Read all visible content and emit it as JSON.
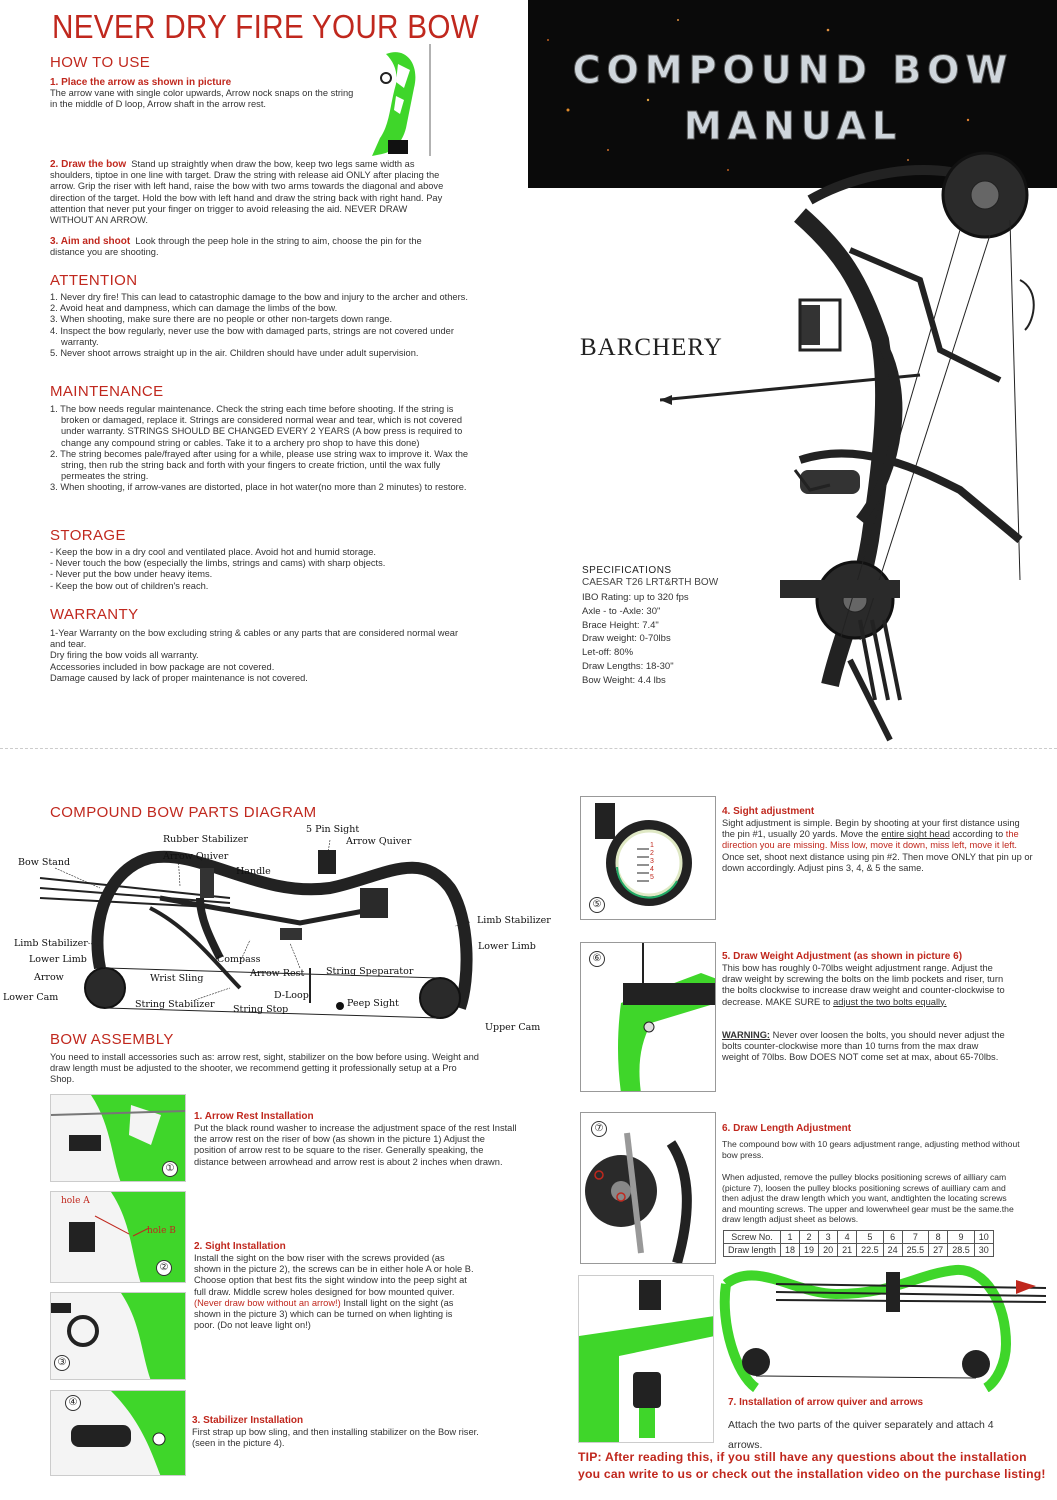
{
  "page_title": "NEVER DRY FIRE YOUR BOW",
  "banner": {
    "line1": "COMPOUND BOW",
    "line2": "MANUAL"
  },
  "brand": "BARCHERY",
  "how_to_use": {
    "title": "HOW TO USE",
    "step1_title": "1. Place the arrow as shown in picture",
    "step1_text": "The arrow vane with single color upwards, Arrow nock snaps on the string in the middle of D loop, Arrow shaft in the arrow rest.",
    "step2_title": "2. Draw the bow",
    "step2_text": "Stand up straightly when draw the bow, keep two legs same width as shoulders, tiptoe in one line with target. Draw the string with release aid ONLY after placing the arrow. Grip the riser with left hand, raise the bow with two arms towards the diagonal and above direction of the target. Hold the bow with left hand and draw the string back with right hand. Pay attention that never put your finger on trigger to avoid releasing the aid. NEVER DRAW WITHOUT AN ARROW.",
    "step3_title": "3. Aim and shoot",
    "step3_text": "Look through the peep hole in the string to aim, choose the pin for the distance you are shooting."
  },
  "attention": {
    "title": "ATTENTION",
    "items": [
      "1. Never dry fire! This can lead to catastrophic damage to the bow and injury to the archer and others.",
      "2. Avoid heat and dampness, which can damage the limbs of the bow.",
      "3. When shooting, make sure there are no people or other non-targets down range.",
      "4. Inspect the bow regularly, never use the bow with damaged parts, strings are not covered under warranty.",
      "5. Never shoot arrows straight up in the air. Children should have under adult supervision."
    ]
  },
  "maintenance": {
    "title": "MAINTENANCE",
    "items": [
      "1. The bow needs regular maintenance. Check the string each time before shooting. If the string is broken or damaged, replace it. Strings are considered normal wear and tear, which is not covered under warranty. STRINGS SHOULD BE CHANGED EVERY 2 YEARS  (A bow press is required to change any compound string or cables. Take it to a archery pro shop to have this done)",
      "2. The string becomes pale/frayed after using for a while, please use string wax to improve it. Wax the string, then rub the string back and forth with your fingers to create friction, until the wax fully permeates the string.",
      "3. When shooting, if arrow-vanes are distorted, place in hot water(no more than 2 minutes) to restore."
    ]
  },
  "storage": {
    "title": "STORAGE",
    "items": [
      "-  Keep the bow in a dry cool and ventilated place. Avoid hot and humid storage.",
      "-  Never touch the bow (especially the limbs, strings and cams) with sharp objects.",
      "-  Never put the bow under heavy items.",
      "-  Keep the bow out of children's reach."
    ]
  },
  "warranty": {
    "title": "WARRANTY",
    "lines": [
      "1-Year Warranty on the bow excluding string & cables or any parts that are considered normal wear and tear.",
      "Dry firing the bow voids all warranty.",
      "Accessories included in bow package are not covered.",
      "Damage caused by lack of proper maintenance is not covered."
    ]
  },
  "specs": {
    "title": "SPECIFICATIONS",
    "model": "CAESAR T26 LRT&RTH BOW",
    "lines": [
      "IBO Rating: up to 320 fps",
      "Axle - to -Axle: 30\"",
      "Brace Height: 7.4\"",
      "Draw weight: 0-70lbs",
      "Let-off: 80%",
      "Draw Lengths: 18-30\"",
      "Bow Weight: 4.4 lbs"
    ]
  },
  "parts_diagram": {
    "title": "COMPOUND BOW PARTS DIAGRAM",
    "labels": {
      "rubber_stabilizer": "Rubber Stabilizer",
      "five_pin_sight": "5 Pin Sight",
      "arrow_quiver_top": "Arrow Quiver",
      "arrow_quiver_left": "Arrow Quiver",
      "bow_stand": "Bow Stand",
      "handle": "Handle",
      "limb_stabilizer_right": "Limb Stabilizer",
      "lower_limb_right": "Lower Limb",
      "limb_stabilizer_left": "Limb Stabilizer",
      "lower_limb_left": "Lower Limb",
      "compass": "Compass",
      "wrist_sling": "Wrist Sling",
      "arrow_rest": "Arrow Rest",
      "string_separator": "String Speparator",
      "arrow": "Arrow",
      "lower_cam": "Lower Cam",
      "d_loop": "D-Loop",
      "string_stabilizer": "String Stabilizer",
      "string_stop": "String Stop",
      "peep_sight": "Peep Sight",
      "upper_cam": "Upper Cam"
    }
  },
  "bow_assembly": {
    "title": "BOW ASSEMBLY",
    "intro": "You need to install accessories such as: arrow rest, sight, stabilizer on the bow before using. Weight and draw length must be adjusted to the shooter, we recommend getting it professionally setup at a Pro Shop.",
    "step1_title": "1. Arrow Rest Installation",
    "step1_text": "Put the black round washer to increase the adjustment space of the rest Install the arrow rest on the riser of bow (as shown in the picture 1)  Adjust the position of arrow rest to be square to the riser. Generally speaking, the distance between arrowhead and arrow rest is about 2 inches when drawn.",
    "step2_title": "2. Sight Installation",
    "step2_text_a": "Install the sight on the bow riser with the screws provided (as shown in the picture 2), the screws can be in either hole A or hole B. Choose option that best fits the sight window into the peep sight at full draw. Middle screw holes designed for bow mounted quiver. ",
    "step2_warn": "(Never draw bow without an arrow!)",
    "step2_text_b": " Install light on the sight (as shown in the picture 3) which can be turned on when lighting is poor. (Do not leave light on!)",
    "hole_a": "hole A",
    "hole_b": "hole B",
    "step3_title": "3. Stabilizer Installation",
    "step3_text": "First strap up bow sling, and then installing stabilizer on the Bow riser. (seen in the picture 4).",
    "pic1": "①",
    "pic2": "②",
    "pic3": "③",
    "pic4": "④"
  },
  "sight_adjustment": {
    "title": "4. Sight adjustment",
    "text_a": "Sight adjustment is simple. Begin by shooting at your first distance using the pin #1, usually 20 yards. Move the ",
    "text_u": "entire sight head",
    "text_b": " according to ",
    "text_red": "the direction you are missing. Miss low, move it down, miss left, move it left.",
    "text_c": " Once set, shoot next distance using pin #2. Then move ONLY that pin up or down accordingly. Adjust pins 3, 4, & 5 the same.",
    "pins": [
      "1",
      "2",
      "3",
      "4",
      "5"
    ],
    "pic": "⑤"
  },
  "draw_weight": {
    "title": "5. Draw Weight Adjustment (as shown in picture 6)",
    "text_a": "This bow has roughly 0-70lbs weight adjustment range. Adjust the draw weight by screwing the bolts on the limb pockets and riser, turn the bolts clockwise to increase draw weight and counter-clockwise to decrease. MAKE SURE to ",
    "text_u": "adjust the two bolts equally.",
    "warn_label": "WARNING:",
    "warn_text": " Never over loosen the bolts, you should never adjust the bolts counter-clockwise more than 10 turns from the max draw weight of 70lbs. Bow DOES NOT come set at max, about 65-70lbs.",
    "pic": "⑥"
  },
  "draw_length": {
    "title": "6. Draw Length Adjustment",
    "text1": "The compound bow with 10 gears adjustment range, adjusting method without bow press.",
    "text2": "When adjusted, remove the pulley blocks positioning screws of ailliary cam (picture 7), loosen the pulley blocks positioning screws of auilliary cam and then adjust the draw length which you want, andtighten the locating screws and mounting screws. The upper and lowerwheel gear must be the same.the draw length adjust sheet as belows.",
    "table": {
      "row1_label": "Screw No.",
      "row1": [
        "1",
        "2",
        "3",
        "4",
        "5",
        "6",
        "7",
        "8",
        "9",
        "10"
      ],
      "row2_label": "Draw length",
      "row2": [
        "18",
        "19",
        "20",
        "21",
        "22.5",
        "24",
        "25.5",
        "27",
        "28.5",
        "30"
      ]
    },
    "pic": "⑦"
  },
  "quiver": {
    "title": "7. Installation of arrow quiver and arrows",
    "text": "Attach the two parts of the quiver separately and attach 4 arrows."
  },
  "tip": {
    "line1": "TIP: After reading this, if you still have any questions about the installation",
    "line2": "you can write to us or check out the installation video on the purchase listing!"
  },
  "colors": {
    "accent_red": "#c0281e",
    "bow_green": "#3fd62a",
    "bow_black": "#222222"
  }
}
